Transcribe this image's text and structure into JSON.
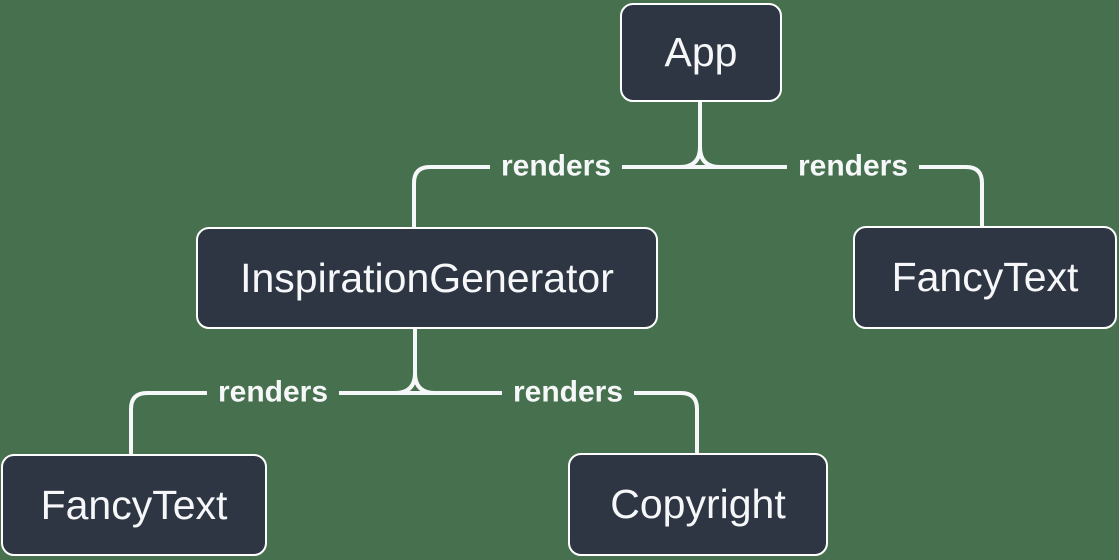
{
  "colors": {
    "background": "#47714e",
    "node_fill": "#2e3543",
    "node_border": "#ffffff",
    "node_text": "#f6f7f9",
    "line": "#f6f7f9"
  },
  "diagram": {
    "type": "component-render-tree",
    "nodes": [
      {
        "id": "app",
        "label": "App"
      },
      {
        "id": "inspiration-generator",
        "label": "InspirationGenerator"
      },
      {
        "id": "fancy-text-top",
        "label": "FancyText"
      },
      {
        "id": "fancy-text-bottom",
        "label": "FancyText"
      },
      {
        "id": "copyright",
        "label": "Copyright"
      }
    ],
    "edges": [
      {
        "from": "App",
        "to": "InspirationGenerator",
        "label": "renders"
      },
      {
        "from": "App",
        "to": "FancyText",
        "label": "renders"
      },
      {
        "from": "InspirationGenerator",
        "to": "FancyText",
        "label": "renders"
      },
      {
        "from": "InspirationGenerator",
        "to": "Copyright",
        "label": "renders"
      }
    ]
  }
}
